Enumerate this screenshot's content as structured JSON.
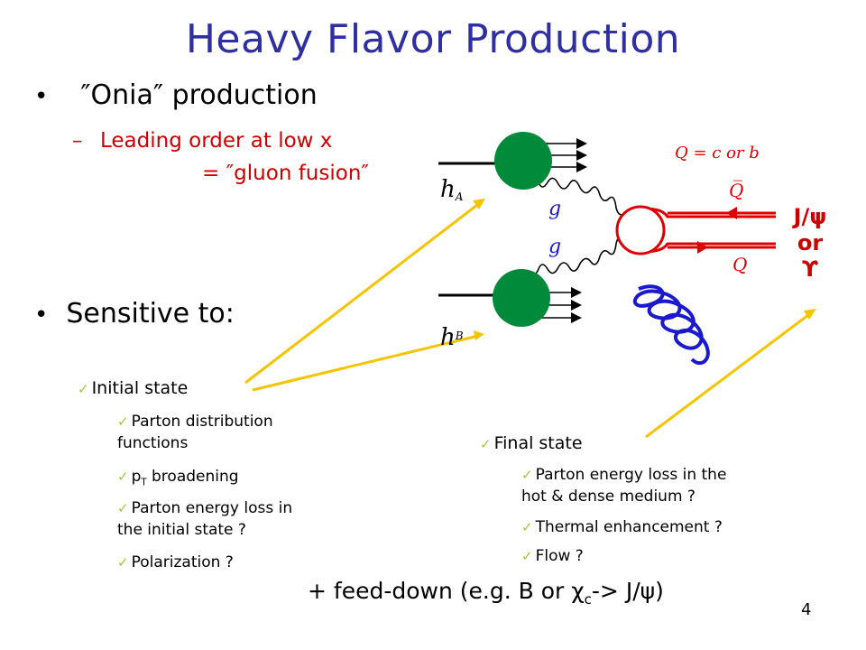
{
  "title": "Heavy Flavor Production",
  "bullet1": {
    "dot": "•",
    "text": "″Onia″ production"
  },
  "sub1": {
    "dash": "–",
    "line1": "Leading order at low x",
    "line2": "= ″gluon fusion″"
  },
  "bullet2": {
    "dot": "•",
    "text": "Sensitive to:"
  },
  "initial": {
    "label": "Initial state",
    "items": [
      {
        "l1": "Parton distribution",
        "l2": "functions"
      },
      {
        "pre": "p",
        "sub": "T",
        "post": " broadening"
      },
      {
        "l1": "Parton energy loss in",
        "l2": "the initial state ?"
      },
      {
        "l1": "Polarization ?"
      }
    ]
  },
  "final": {
    "label": "Final state",
    "items": [
      {
        "l1": "Parton energy loss in the",
        "l2": "hot & dense medium ?"
      },
      {
        "l1": "Thermal enhancement ?"
      },
      {
        "l1": "Flow ?"
      }
    ]
  },
  "jpsi": {
    "l1": "J/ψ",
    "l2": "or",
    "l3": "ϒ"
  },
  "diagram": {
    "q_label": "Q = c or b",
    "qbar": "Q̅",
    "q": "Q",
    "g": "g",
    "hA": "h",
    "hA_sub": "A",
    "hB": "h",
    "hB_sub": "B"
  },
  "feed": {
    "pre": "+ feed-down (e.g. B or χ",
    "sub": "c",
    "post": "-> J/ψ)"
  },
  "page_number": "4",
  "check": "✓",
  "colors": {
    "title": "#2f2fa0",
    "sub": "#cc0000",
    "arrow": "#f5c400",
    "hadron": "#008a3a",
    "quark": "#dd0000",
    "gluon_big": "#1a1acc",
    "check": "#9acd32"
  }
}
